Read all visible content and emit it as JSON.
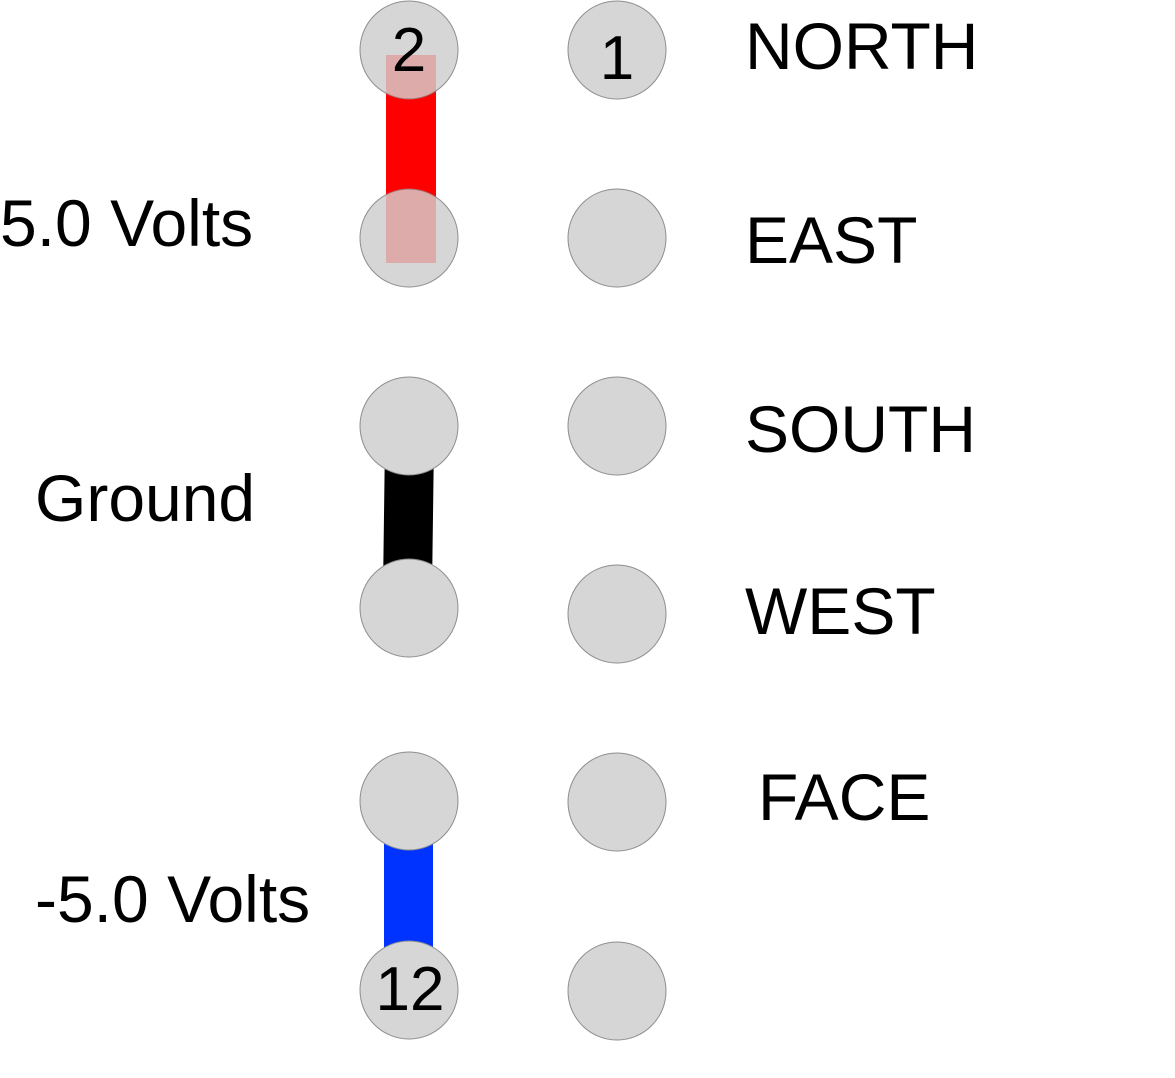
{
  "pins": {
    "left_top_number": "2",
    "right_top_number": "1",
    "left_bottom_number": "12"
  },
  "signals": {
    "north": "NORTH",
    "east": "EAST",
    "south": "SOUTH",
    "west": "WEST",
    "face": "FACE"
  },
  "power": {
    "positive": "5.0 Volts",
    "ground": "Ground",
    "negative": "-5.0 Volts"
  },
  "colors": {
    "positive_jumper": "#ff0000",
    "positive_jumper_overlay": "#ffc8c8",
    "ground_jumper": "#000000",
    "negative_jumper": "#0033ff",
    "pin_fill": "#d6d6d6"
  }
}
